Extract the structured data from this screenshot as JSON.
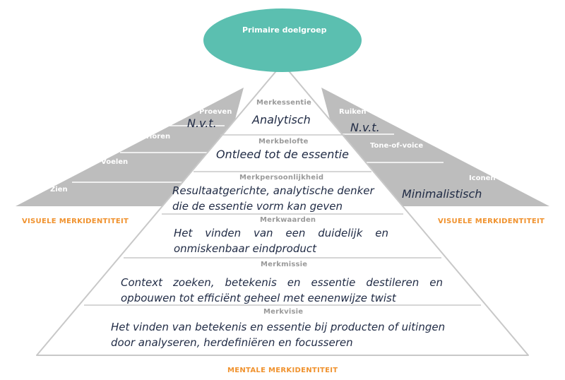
{
  "top": {
    "label": "Primaire doelgroep"
  },
  "left_wing": {
    "labels": [
      "Proeven",
      "Horen",
      "Voelen",
      "Zien"
    ],
    "value": "N.v.t."
  },
  "right_wing": {
    "labels": [
      "Ruiken",
      "Tone-of-voice",
      "Iconen"
    ],
    "values": [
      "N.v.t.",
      "Minimalistisch"
    ]
  },
  "pyramid": {
    "merkessentie": {
      "heading": "Merkessentie",
      "text": "Analytisch"
    },
    "merkbelofte": {
      "heading": "Merkbelofte",
      "text": "Ontleed tot de essentie"
    },
    "merkpersoonlijkheid": {
      "heading": "Merkpersoonlijkheid",
      "line1": "Resultaatgerichte, analytische denker",
      "line2": "die de essentie vorm kan geven"
    },
    "merkwaarden": {
      "heading": "Merkwaarden",
      "line1": "Het vinden van een duidelijk en",
      "line2": "onmiskenbaar eindproduct"
    },
    "merkmissie": {
      "heading": "Merkmissie",
      "line1": "Context zoeken, betekenis en essentie destileren en",
      "line2": "opbouwen tot efficiënt geheel met eenenwijze twist"
    },
    "merkvisie": {
      "heading": "Merkvisie",
      "line1": "Het vinden van betekenis en essentie bij producten of uitingen",
      "line2": "door analyseren, herdefiniëren en focusseren"
    }
  },
  "captions": {
    "visual_left": "VISUELE MERKIDENTITEIT",
    "visual_right": "VISUELE MERKIDENTITEIT",
    "mental": "MENTALE MERKIDENTITEIT"
  },
  "colors": {
    "teal": "#5bbfb0",
    "gray": "#bdbdbd",
    "orange": "#f0922e",
    "text": "#1f2a44"
  }
}
